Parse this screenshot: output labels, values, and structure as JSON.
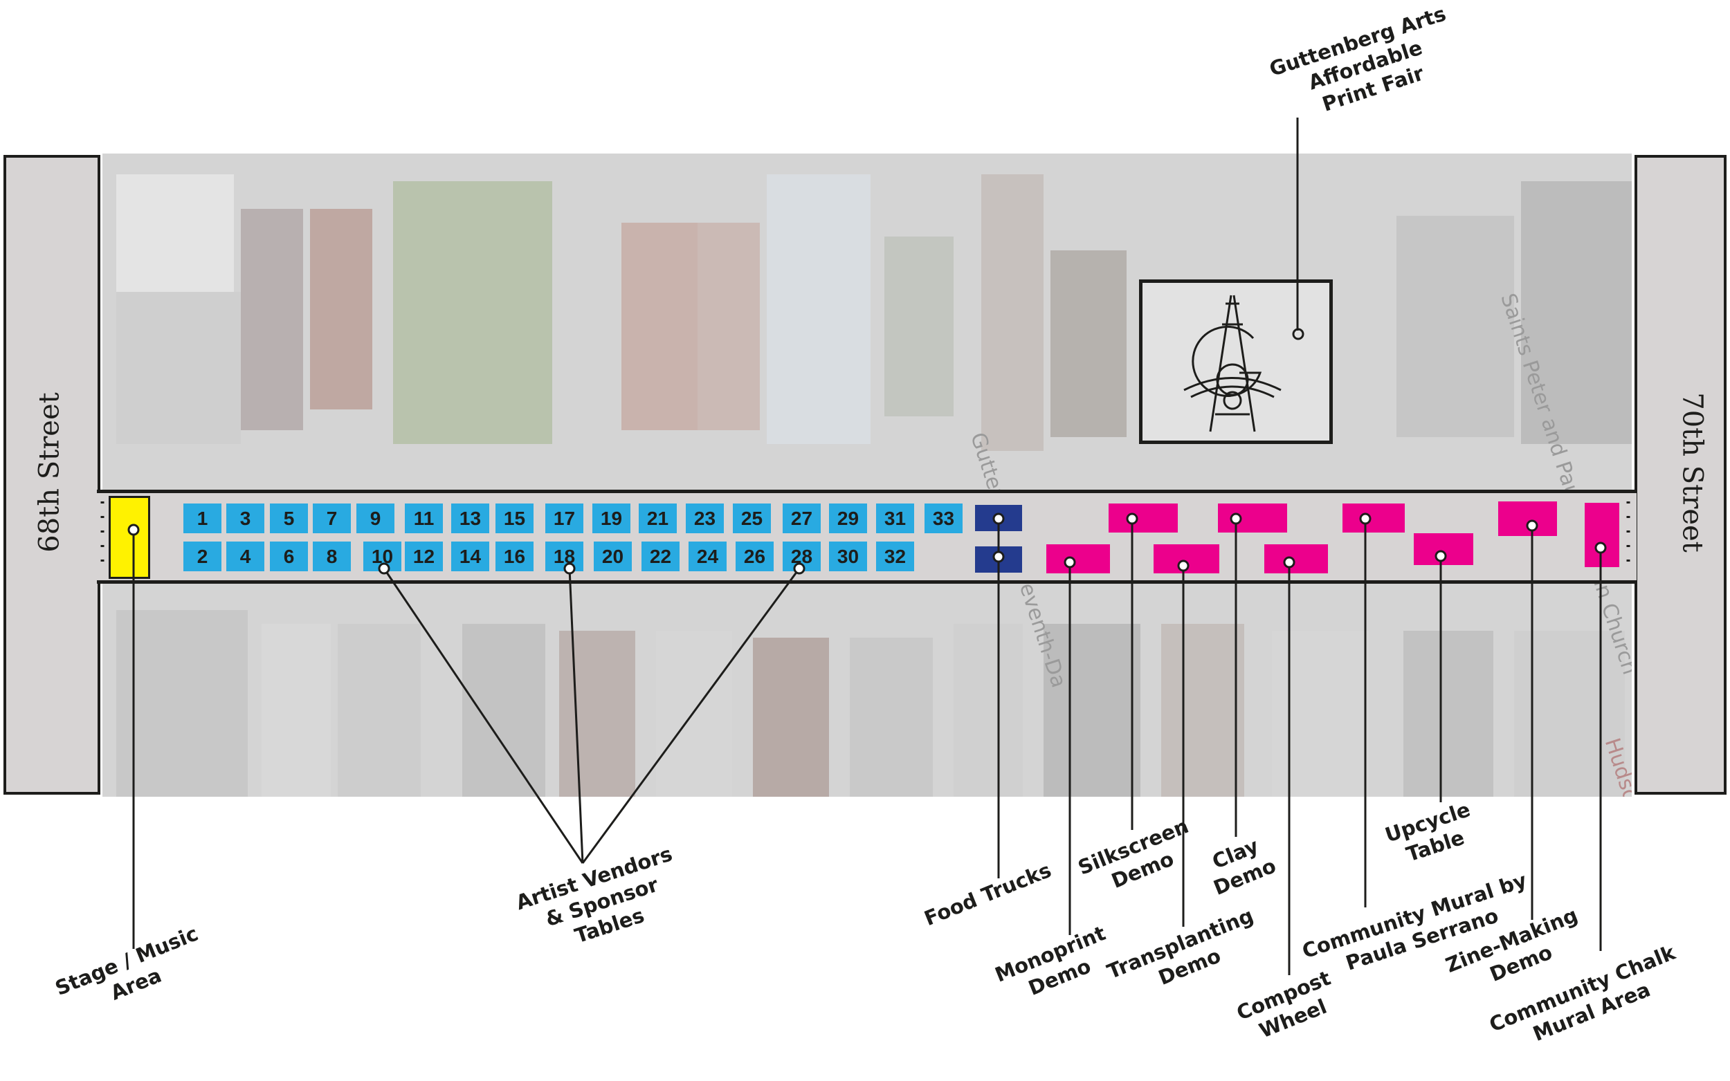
{
  "streets": {
    "left": "68th Street",
    "right": "70th Street"
  },
  "tables_top": [
    "1",
    "3",
    "5",
    "7",
    "9",
    "11",
    "13",
    "15",
    "17",
    "19",
    "21",
    "23",
    "25",
    "27",
    "29",
    "31",
    "33"
  ],
  "tables_bottom": [
    "2",
    "4",
    "6",
    "8",
    "10",
    "12",
    "14",
    "16",
    "18",
    "20",
    "22",
    "24",
    "26",
    "28",
    "30",
    "32"
  ],
  "labels": {
    "print_fair": "Guttenberg Arts\nAffordable\nPrint Fair",
    "stage": "Stage / Music\nArea",
    "vendors": "Artist Vendors\n& Sponsor\nTables",
    "food_trucks": "Food Trucks",
    "monoprint": "Monoprint\nDemo",
    "silkscreen": "Silkscreen\nDemo",
    "transplanting": "Transplanting\nDemo",
    "clay": "Clay\nDemo",
    "compost": "Compost\nWheel",
    "community_mural": "Community Mural by\nPaula Serrano",
    "upcycle": "Upcycle\nTable",
    "zine": "Zine-Making\nDemo",
    "chalk": "Community Chalk\nMural Area"
  },
  "map_text": {
    "church1": "Guttenberg S\nSeventh-Da",
    "church2": "Saints Peter and Paul\nLutheran Church",
    "hudson": "Hudson Pe\nDr Nabeel"
  },
  "colors": {
    "vendor_table": "#29aae1",
    "food_truck": "#243b8e",
    "demo_area": "#ec008c",
    "stage": "#fff200",
    "outline": "#1d1d1b"
  },
  "icons": {
    "logo": "guttenberg-arts-logo-icon",
    "marker": "circle-marker-icon"
  }
}
